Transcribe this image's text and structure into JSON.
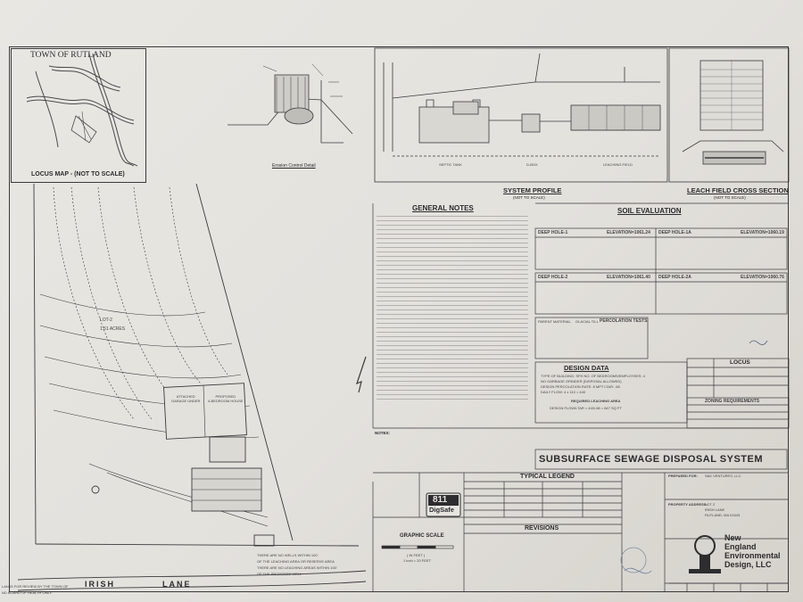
{
  "locus": {
    "title": "TOWN OF RUTLAND",
    "caption": "LOCUS MAP - (NOT TO SCALE)"
  },
  "details": {
    "erosion_caption": "Erosion Control Detail",
    "septic_tank": "SEPTIC TANK",
    "d_box": "D-BOX",
    "leaching_field": "LEACHING FIELD",
    "system_profile": "SYSTEM PROFILE",
    "system_profile_sub": "(NOT TO SCALE)",
    "leach_section": "LEACH FIELD CROSS SECTION",
    "leach_section_sub": "(NOT TO SCALE)"
  },
  "site": {
    "lot_label": "LOT-2",
    "lot_area": "1.51 ACRES",
    "garage": "ATTACHED\nGARAGE UNDER",
    "house": "PROPOSED\n4-BEDROOM HOUSE",
    "road": "IRISH",
    "road2": "LANE",
    "no_wells_1": "THERE ARE NO WELLS WITHIN 100'",
    "no_wells_2": "OF THE LEACHING AREA OR RESERVE AREA",
    "no_wells_3": "THERE ARE NO LEACHING AREAS WITHIN 100'",
    "no_wells_4": "OF THE PROPOSED WELL",
    "review_1": "LAN IS FOR REVIEW BY THE TOWN OF",
    "review_2": "ND BOARD OF HEALTH ONLY."
  },
  "notes": {
    "heading": "GENERAL NOTES",
    "notes_label": "NOTES:"
  },
  "soil": {
    "heading": "SOIL EVALUATION",
    "dh1": "DEEP HOLE-1",
    "el1": "ELEVATION=1061.24",
    "dh1a": "DEEP HOLE-1A",
    "el1a": "ELEVATION=1060.19",
    "dh2": "DEEP HOLE-2",
    "el2": "ELEVATION=1061.40",
    "dh2a": "DEEP HOLE-2A",
    "el2a": "ELEVATION=1060.76",
    "perc": "PERCOLATION TESTS",
    "parent_material": "PARENT MATERIAL",
    "glacial_till": "GLACIAL TILL"
  },
  "design": {
    "heading": "DESIGN DATA",
    "line1": "TYPE OF BUILDING: SFH   NO. OF BEDROOMS/EMPLOYEES: 4",
    "line2": "NO GARBAGE GRINDER (DISPOSAL ALLOWED)",
    "line3": "DESIGN PERCOLATION RATE: 8 MPT  LTAR: .68",
    "line4": "DAILY FLOW: 4 x 110 = 440",
    "req": "REQUIRED LEACHING AREA",
    "flow": "DESIGN FLOW/LTAR = 440/.68 = 647 SQ FT"
  },
  "locus_table": {
    "heading": "LOCUS",
    "zoning": "ZONING REQUIREMENTS"
  },
  "title_block": {
    "system_title": "SUBSURFACE SEWAGE DISPOSAL SYSTEM",
    "legend": "TYPICAL LEGEND",
    "revisions": "REVISIONS",
    "graphic_scale": "GRAPHIC SCALE",
    "scale_sub": "( IN FEET )",
    "scale_inch": "1 inch = 20 FEET",
    "digsafe_num": "811",
    "digsafe": "DigSafe",
    "prepared_for": "PREPARED FOR:",
    "client": "S&K VENTURES, LLC",
    "property_address": "PROPERTY ADDRESS:",
    "lot": "LOT 2",
    "street": "IRISH LANE",
    "town": "RUTLAND, MA 01543",
    "firm_1": "New",
    "firm_2": "England",
    "firm_3": "Environmental",
    "firm_4": "Design, LLC"
  },
  "colors": {
    "ink": "#2d2d2f",
    "paper": "#e6e4df"
  }
}
